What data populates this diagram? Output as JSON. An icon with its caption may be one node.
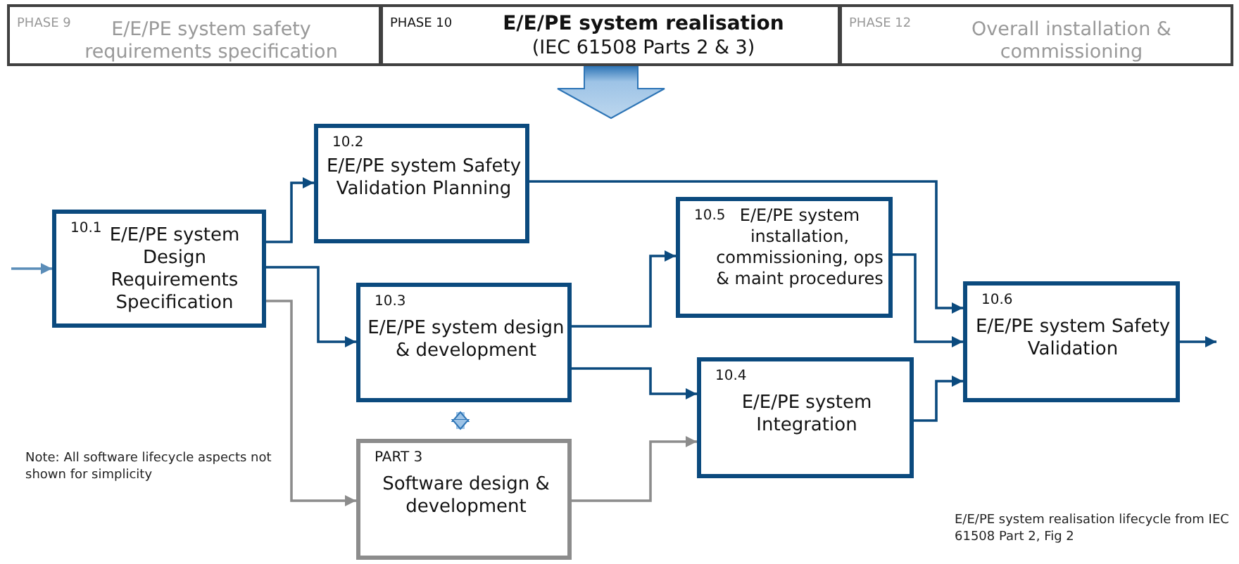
{
  "diagram": {
    "nodes": [
      {
        "text": [
          "PHASE 9",
          "E/E/PE system safety requirements specification"
        ]
      },
      {
        "text": [
          "PHASE 10",
          "E/E/PE system realisation",
          "(IEC 61508 Parts 2 & 3)"
        ]
      },
      {
        "text": [
          "PHASE 12",
          "Overall installation & commissioning"
        ]
      },
      {
        "text": [
          "10.1",
          "E/E/PE system Design Requirements Specification"
        ]
      },
      {
        "text": [
          "10.2",
          "E/E/PE system Safety Validation Planning"
        ]
      },
      {
        "text": [
          "10.3",
          "E/E/PE system design & development"
        ]
      },
      {
        "text": [
          "PART 3",
          "Software design & development"
        ]
      },
      {
        "text": [
          "10.5",
          "E/E/PE system installation, commissioning, ops & maint procedures"
        ]
      },
      {
        "text": [
          "10.4",
          "E/E/PE system Integration"
        ]
      },
      {
        "text": [
          "10.6",
          "E/E/PE system Safety Validation"
        ]
      }
    ],
    "edges": [
      {
        "from": null,
        "to": 3,
        "arrow": "to",
        "color": "#5b8db8"
      },
      {
        "from": 3,
        "to": 4,
        "arrow": "to"
      },
      {
        "from": 3,
        "to": 5,
        "arrow": "to"
      },
      {
        "from": 3,
        "to": 6,
        "arrow": "to",
        "color": "#8c8c8c"
      },
      {
        "from": 5,
        "to": 6,
        "arrow": "both",
        "style": "thick",
        "color": "#9dc3e6"
      },
      {
        "from": 5,
        "to": 7,
        "arrow": "to"
      },
      {
        "from": 5,
        "to": 8,
        "arrow": "to"
      },
      {
        "from": 6,
        "to": 8,
        "arrow": "to",
        "color": "#8c8c8c"
      },
      {
        "from": 4,
        "to": 9,
        "arrow": "to"
      },
      {
        "from": 7,
        "to": 9,
        "arrow": "to"
      },
      {
        "from": 8,
        "to": 9,
        "arrow": "to"
      },
      {
        "from": 9,
        "to": null,
        "arrow": "to"
      }
    ],
    "labels": [
      "Note: All software lifecycle aspects not shown for simplicity",
      "E/E/PE system realisation lifecycle from IEC 61508 Part 2, Fig 2"
    ]
  }
}
